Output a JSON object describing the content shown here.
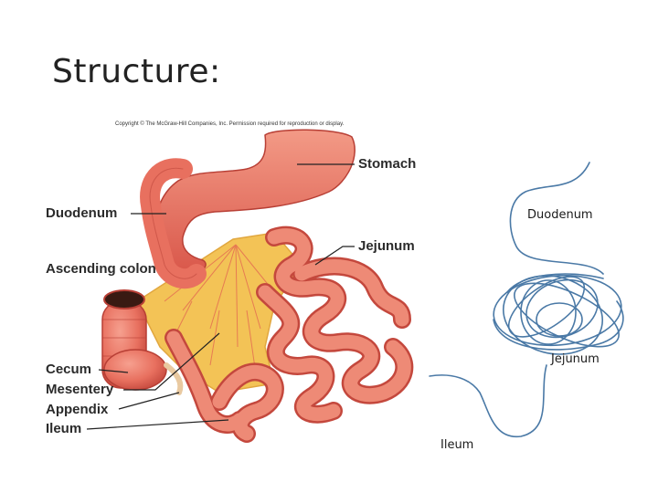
{
  "slide": {
    "title": "Structure:"
  },
  "figure": {
    "copyright": "Copyright © The McGraw-Hill Companies, Inc. Permission required for reproduction or display.",
    "labels": {
      "stomach": "Stomach",
      "duodenum": "Duodenum",
      "jejunum": "Jejunum",
      "ascending_colon": "Ascending colon",
      "cecum": "Cecum",
      "mesentery": "Mesentery",
      "appendix": "Appendix",
      "ileum": "Ileum"
    }
  },
  "sketch": {
    "duodenum": "Duodenum",
    "jejunum": "Jejunum",
    "ileum": "Ileum"
  },
  "colors": {
    "intestine": "#e8705f",
    "intestine_dark": "#b83f35",
    "mesentery": "#f3c04e",
    "sketch_line": "#4a79a6"
  }
}
